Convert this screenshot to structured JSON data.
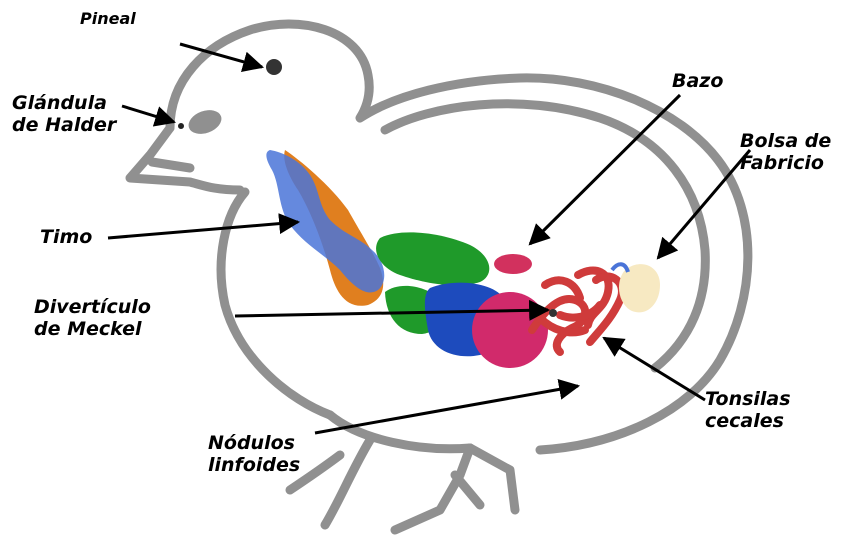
{
  "labels": {
    "pineal": "Pineal",
    "halder_line1": "Glándula",
    "halder_line2": "de Halder",
    "bazo": "Bazo",
    "bolsa_line1": "Bolsa de",
    "bolsa_line2": "Fabricio",
    "timo": "Timo",
    "meckel_line1": "Divertículo",
    "meckel_line2": "de Meckel",
    "tonsilas_line1": "Tonsilas",
    "tonsilas_line2": "cecales",
    "nodulos_line1": "Nódulos",
    "nodulos_line2": "linfoides"
  },
  "colors": {
    "outline": "#909090",
    "arrow": "#000000",
    "thymus_orange": "#e07f1f",
    "thymus_blue": "#4a74d8",
    "green": "#1f9a2a",
    "blue": "#1d4bbd",
    "magenta": "#d12a6b",
    "spleen": "#d2315e",
    "intestine_red": "#cf3b3b",
    "bursa": "#f7e9c2"
  }
}
